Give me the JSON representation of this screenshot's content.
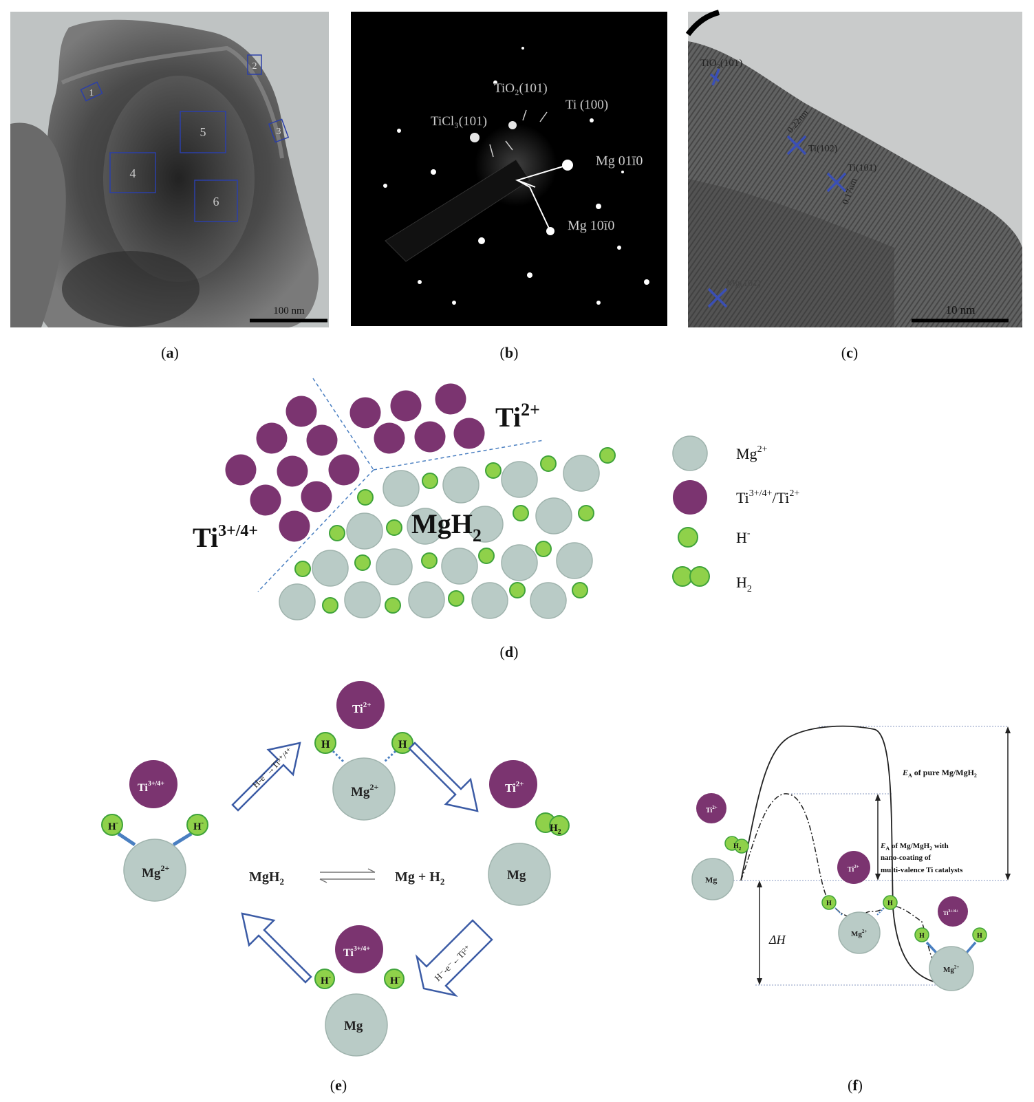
{
  "captions": {
    "a_open": "(",
    "a": "a",
    "a_close": ")",
    "b_open": "(",
    "b": "b",
    "b_close": ")",
    "c_open": "(",
    "c": "c",
    "c_close": ")",
    "d_open": "(",
    "d": "d",
    "d_close": ")",
    "e_open": "(",
    "e": "e",
    "e_close": ")",
    "f_open": "(",
    "f": "f",
    "f_close": ")"
  },
  "panel_a": {
    "boxes": [
      "1",
      "2",
      "3",
      "4",
      "5",
      "6"
    ],
    "scale_label": "100 nm"
  },
  "panel_b": {
    "labels": [
      "TiO₂(101)",
      "Ti (100)",
      "TiCl₃(101)",
      "Mg 01ī0",
      "Mg 10ī0"
    ]
  },
  "panel_c": {
    "labels": [
      "TiO₂(101)",
      "Ti(102)",
      "Ti(101)",
      "Mg(101)",
      "0.22nm",
      "0.17nm"
    ],
    "scale_label": "10 nm"
  },
  "panel_d": {
    "label_ti2": "Ti",
    "label_ti2_sup": "2+",
    "label_ti34": "Ti",
    "label_ti34_sup": "3+/4+",
    "label_mgh2": "MgH",
    "label_mgh2_sub": "2",
    "legend": [
      {
        "text": "Mg",
        "sup": "2+",
        "sub": "",
        "color": "#b9cbc6"
      },
      {
        "text": "Ti",
        "sup": "3+/4+",
        "text2": "/Ti",
        "sup2": "2+",
        "color": "#7b3470"
      },
      {
        "text": "H",
        "sup": "-",
        "sub": "",
        "color": "#8fd14a"
      },
      {
        "text": "H",
        "sup": "",
        "sub": "2",
        "color": "#8fd14a"
      }
    ]
  },
  "panel_e": {
    "center_left": "MgH",
    "center_left_sub": "2",
    "center_right": "Mg + H",
    "center_right_sub": "2",
    "ti2": "Ti",
    "ti2_sup": "2+",
    "ti34": "Ti",
    "ti34_sup": "3+/4+",
    "mg2": "Mg",
    "mg2_sup": "2+",
    "mg": "Mg",
    "h": "H",
    "h_minus": "-",
    "h2": "H",
    "h2_sub": "2",
    "arrow_top_left_label": "H-e⁻→Ti³⁺/⁴⁺",
    "arrow_bottom_right_label": "H⁻-e⁻←Ti²⁺"
  },
  "panel_f": {
    "ea_pure_prefix": "E",
    "ea_pure_sub": "A",
    "ea_pure_rest": " of pure Mg/MgH",
    "ea_pure_rest_sub": "2",
    "ea_ti_line1_prefix": "E",
    "ea_ti_line1_sub": "A",
    "ea_ti_line1_rest": " of Mg/MgH",
    "ea_ti_line1_rest_sub": "2",
    "ea_ti_line1_end": " with",
    "ea_ti_line2": "nano-coating of",
    "ea_ti_line3": "multi-valence Ti catalysts",
    "delta_h": "ΔH",
    "ti2": "Ti",
    "ti2_sup": "2+",
    "ti34": "Ti",
    "ti34_sup": "3+/4+",
    "mg": "Mg",
    "mg2": "Mg",
    "mg2_sup": "2+",
    "h": "H",
    "h2": "H",
    "h2_sub": "2"
  },
  "colors": {
    "mg": "#b9cbc6",
    "mg_stroke": "#9fb3ad",
    "ti": "#7b3470",
    "h": "#8fd14a",
    "h_stroke": "#3fa33a",
    "arrow": "#3b5ba5",
    "bond": "#4a7fc1"
  }
}
